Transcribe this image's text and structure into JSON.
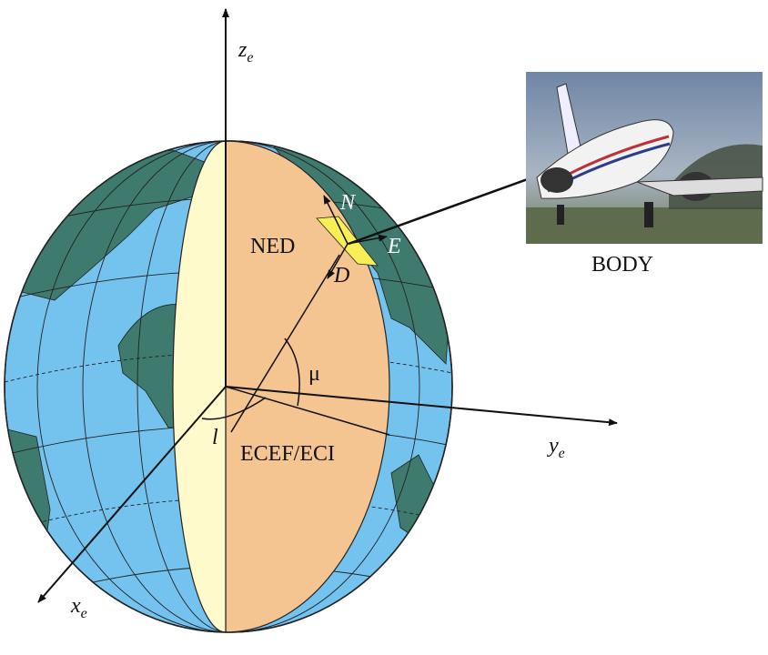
{
  "labels": {
    "z_axis": "z",
    "z_sub": "e",
    "y_axis": "y",
    "y_sub": "e",
    "x_axis": "x",
    "x_sub": "e",
    "north": "N",
    "east": "E",
    "down": "D",
    "ned": "NED",
    "mu": "μ",
    "longitude": "l",
    "ecef": "ECEF/ECI",
    "body": "BODY"
  },
  "colors": {
    "ocean": "#74c2ee",
    "land": "#3e7a6d",
    "orange_section": "#f4c491",
    "yellow_section": "#fffacc",
    "ned_plane": "#f8ee55"
  }
}
